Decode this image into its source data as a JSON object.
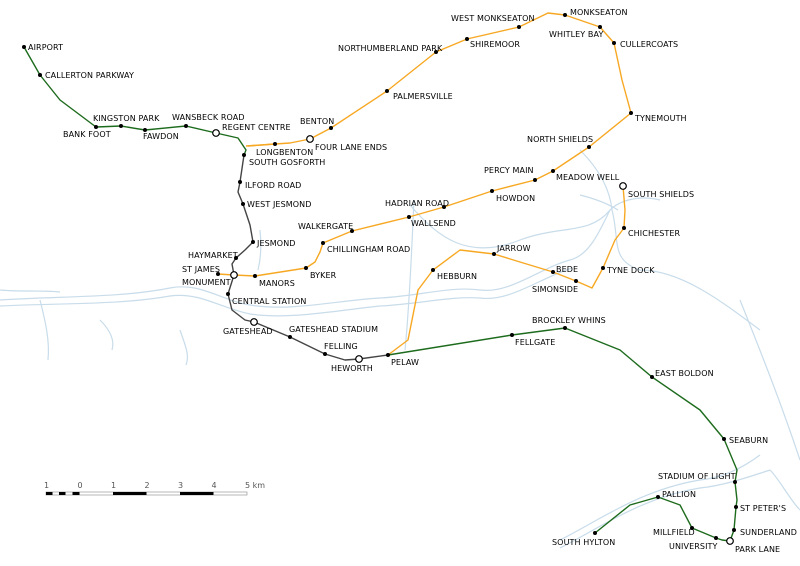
{
  "lines": {
    "green": "#1d6b1d",
    "yellow": "#f7a823",
    "grey": "#444444"
  },
  "river_color": "#c8dcea",
  "stations": [
    {
      "name": "AIRPORT"
    },
    {
      "name": "CALLERTON PARKWAY"
    },
    {
      "name": "BANK FOOT"
    },
    {
      "name": "KINGSTON PARK"
    },
    {
      "name": "FAWDON"
    },
    {
      "name": "WANSBECK ROAD"
    },
    {
      "name": "REGENT CENTRE",
      "interchange": true
    },
    {
      "name": "LONGBENTON"
    },
    {
      "name": "SOUTH GOSFORTH"
    },
    {
      "name": "FOUR LANE ENDS",
      "interchange": true
    },
    {
      "name": "BENTON"
    },
    {
      "name": "PALMERSVILLE"
    },
    {
      "name": "NORTHUMBERLAND PARK"
    },
    {
      "name": "SHIREMOOR"
    },
    {
      "name": "WEST MONKSEATON"
    },
    {
      "name": "MONKSEATON"
    },
    {
      "name": "WHITLEY BAY"
    },
    {
      "name": "CULLERCOATS"
    },
    {
      "name": "TYNEMOUTH"
    },
    {
      "name": "NORTH SHIELDS"
    },
    {
      "name": "MEADOW WELL"
    },
    {
      "name": "PERCY MAIN"
    },
    {
      "name": "HOWDON"
    },
    {
      "name": "HADRIAN ROAD"
    },
    {
      "name": "WALLSEND"
    },
    {
      "name": "WALKERGATE"
    },
    {
      "name": "CHILLINGHAM ROAD"
    },
    {
      "name": "BYKER"
    },
    {
      "name": "MANORS"
    },
    {
      "name": "MONUMENT",
      "interchange": true
    },
    {
      "name": "ST JAMES"
    },
    {
      "name": "HAYMARKET"
    },
    {
      "name": "JESMOND"
    },
    {
      "name": "WEST JESMOND"
    },
    {
      "name": "ILFORD ROAD"
    },
    {
      "name": "CENTRAL STATION"
    },
    {
      "name": "GATESHEAD",
      "interchange": true
    },
    {
      "name": "GATESHEAD STADIUM"
    },
    {
      "name": "FELLING"
    },
    {
      "name": "HEWORTH",
      "interchange": true
    },
    {
      "name": "PELAW"
    },
    {
      "name": "HEBBURN"
    },
    {
      "name": "JARROW"
    },
    {
      "name": "BEDE"
    },
    {
      "name": "SIMONSIDE"
    },
    {
      "name": "TYNE DOCK"
    },
    {
      "name": "CHICHESTER"
    },
    {
      "name": "SOUTH SHIELDS",
      "interchange": true
    },
    {
      "name": "FELLGATE"
    },
    {
      "name": "BROCKLEY WHINS"
    },
    {
      "name": "EAST BOLDON"
    },
    {
      "name": "SEABURN"
    },
    {
      "name": "STADIUM OF LIGHT"
    },
    {
      "name": "ST PETER'S"
    },
    {
      "name": "SUNDERLAND"
    },
    {
      "name": "PARK LANE",
      "interchange": true
    },
    {
      "name": "UNIVERSITY"
    },
    {
      "name": "MILLFIELD"
    },
    {
      "name": "PALLION"
    },
    {
      "name": "SOUTH HYLTON"
    }
  ],
  "scale_bar": {
    "ticks": [
      "1",
      "0",
      "1",
      "2",
      "3",
      "4",
      "5 km"
    ]
  }
}
